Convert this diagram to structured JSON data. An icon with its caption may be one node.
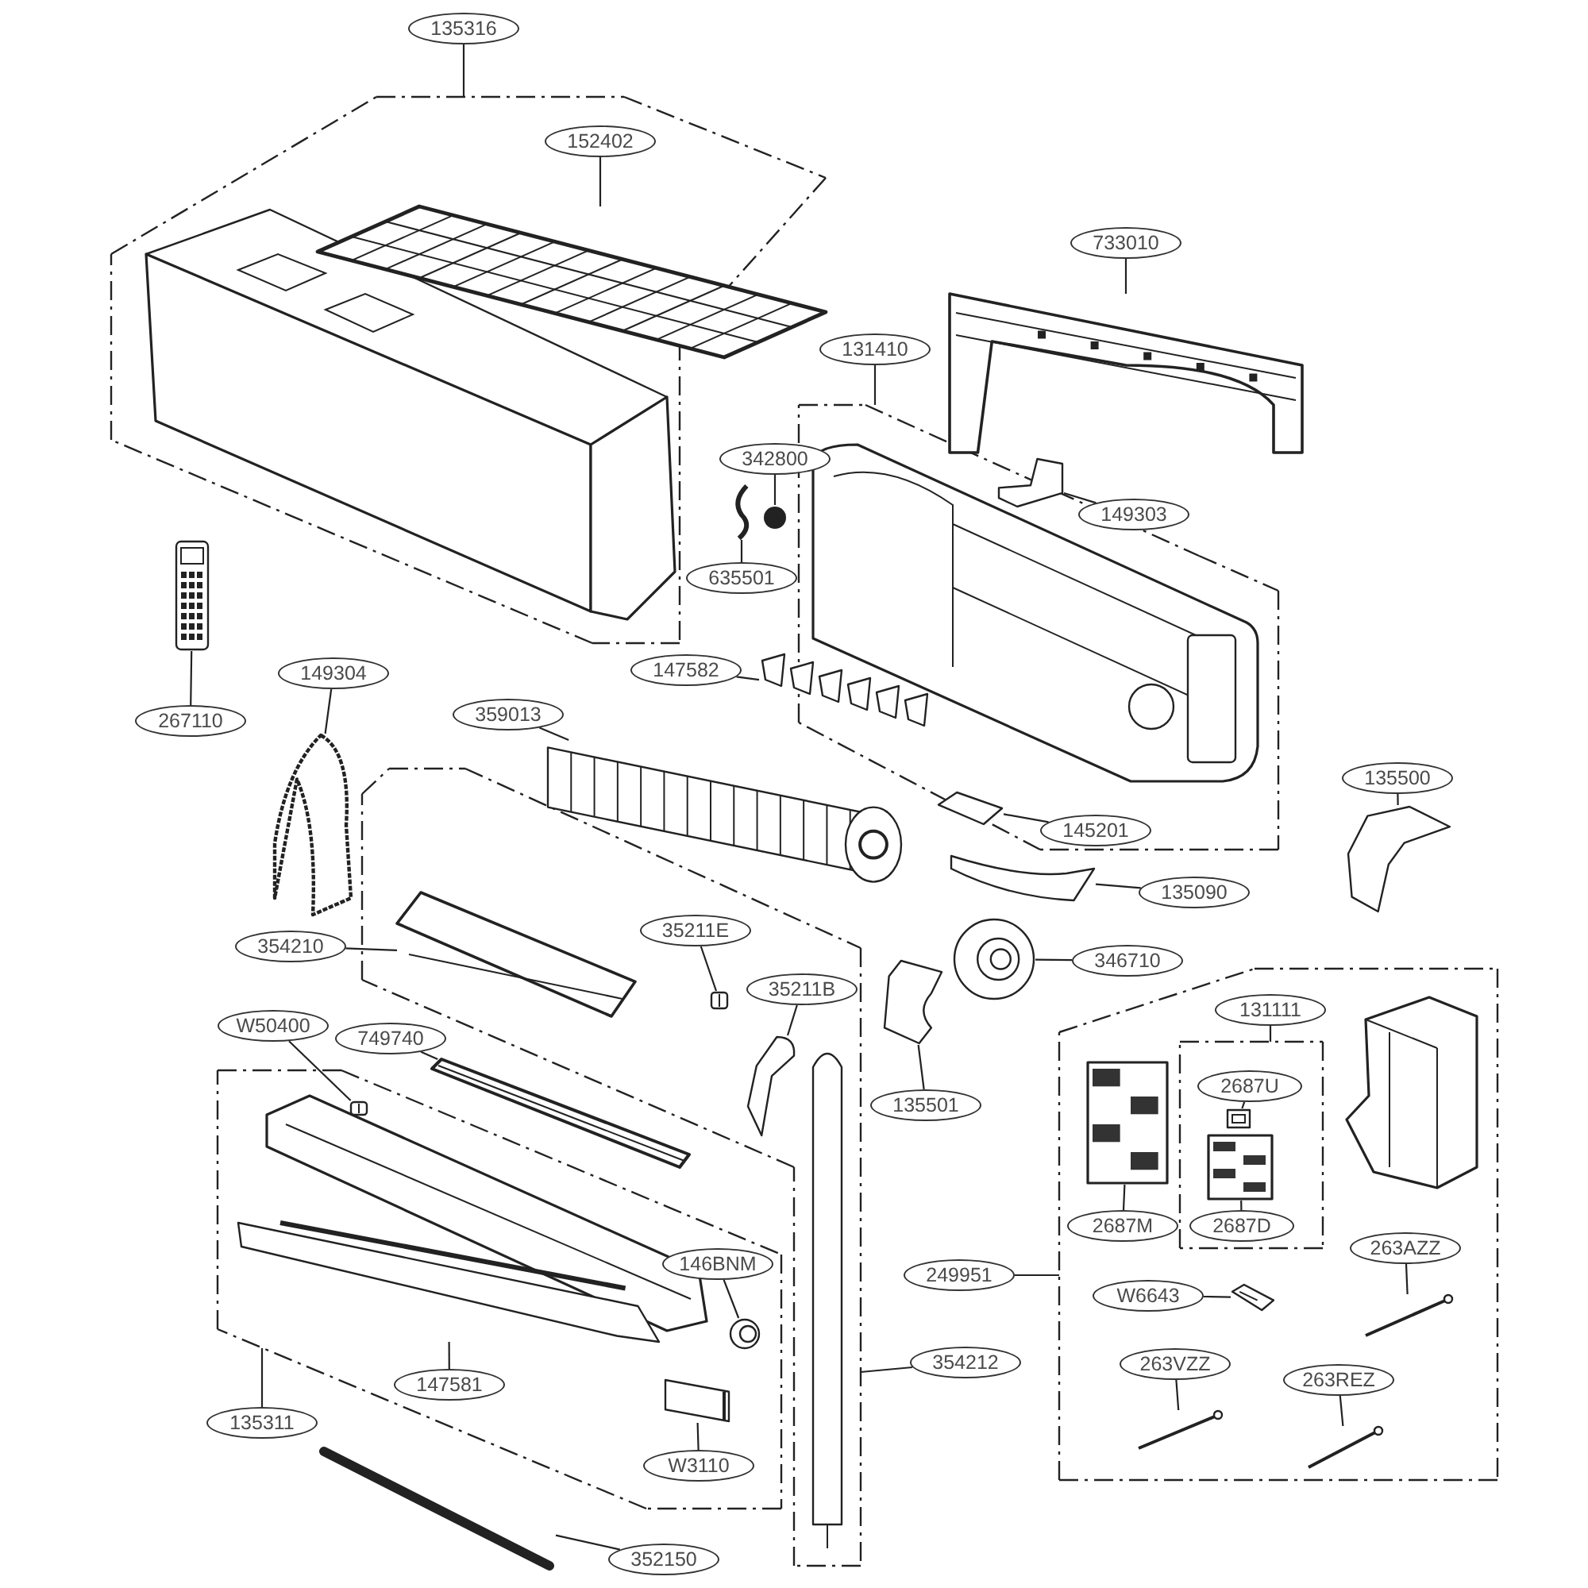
{
  "diagram": {
    "nodes": [
      {
        "text": [
          "135316"
        ]
      },
      {
        "text": [
          "152402"
        ]
      },
      {
        "text": [],
        "shape": "picture"
      },
      {
        "text": [
          "733010"
        ]
      },
      {
        "text": [],
        "shape": "picture"
      },
      {
        "text": [
          "131410"
        ]
      },
      {
        "text": [
          "342800"
        ]
      },
      {
        "text": [],
        "shape": "circle"
      },
      {
        "text": [
          "149303"
        ]
      },
      {
        "text": [],
        "shape": "picture"
      },
      {
        "text": [
          "635501"
        ]
      },
      {
        "text": [],
        "shape": "picture"
      },
      {
        "text": [
          "267110"
        ]
      },
      {
        "text": [],
        "shape": "picture"
      },
      {
        "text": [
          "149304"
        ]
      },
      {
        "text": [],
        "shape": "picture"
      },
      {
        "text": [
          "147582"
        ]
      },
      {
        "text": [],
        "shape": "picture"
      },
      {
        "text": [
          "359013"
        ]
      },
      {
        "text": [],
        "shape": "picture"
      },
      {
        "text": [
          "135500"
        ]
      },
      {
        "text": [],
        "shape": "picture"
      },
      {
        "text": [
          "145201"
        ]
      },
      {
        "text": [],
        "shape": "picture"
      },
      {
        "text": [
          "135090"
        ]
      },
      {
        "text": [],
        "shape": "picture"
      },
      {
        "text": [
          "354210"
        ]
      },
      {
        "text": [],
        "shape": "picture"
      },
      {
        "text": [
          "35211E"
        ]
      },
      {
        "text": [],
        "shape": "picture"
      },
      {
        "text": [
          "346710"
        ]
      },
      {
        "text": [],
        "shape": "picture"
      },
      {
        "text": [
          "35211B"
        ]
      },
      {
        "text": [],
        "shape": "picture"
      },
      {
        "text": [
          "W50400"
        ]
      },
      {
        "text": [],
        "shape": "picture"
      },
      {
        "text": [
          "749740"
        ]
      },
      {
        "text": [],
        "shape": "bar"
      },
      {
        "text": [
          "131111"
        ]
      },
      {
        "text": [
          "2687U"
        ]
      },
      {
        "text": [],
        "shape": "picture"
      },
      {
        "text": [
          "135501"
        ]
      },
      {
        "text": [],
        "shape": "picture"
      },
      {
        "text": [
          "2687M"
        ]
      },
      {
        "text": [],
        "shape": "picture"
      },
      {
        "text": [
          "2687D"
        ]
      },
      {
        "text": [],
        "shape": "picture"
      },
      {
        "text": [
          "146BNM"
        ]
      },
      {
        "text": [],
        "shape": "picture"
      },
      {
        "text": [
          "249951"
        ]
      },
      {
        "text": [
          "W6643"
        ]
      },
      {
        "text": [],
        "shape": "picture"
      },
      {
        "text": [
          "263AZZ"
        ]
      },
      {
        "text": [],
        "shape": "picture"
      },
      {
        "text": [
          "354212"
        ]
      },
      {
        "text": [
          "147581"
        ]
      },
      {
        "text": [],
        "shape": "picture"
      },
      {
        "text": [
          "135311"
        ]
      },
      {
        "text": [
          "263VZZ"
        ]
      },
      {
        "text": [],
        "shape": "picture"
      },
      {
        "text": [
          "263REZ"
        ]
      },
      {
        "text": [],
        "shape": "picture"
      },
      {
        "text": [
          "W3110"
        ]
      },
      {
        "text": [],
        "shape": "box"
      },
      {
        "text": [
          "352150"
        ]
      },
      {
        "text": [],
        "shape": "picture"
      }
    ],
    "edges": [
      {
        "from": 0,
        "to": null,
        "arrow": "none"
      },
      {
        "from": 1,
        "to": 2,
        "arrow": "none"
      },
      {
        "from": 3,
        "to": 4,
        "arrow": "none"
      },
      {
        "from": 5,
        "to": null,
        "arrow": "none"
      },
      {
        "from": 6,
        "to": 7,
        "arrow": "none"
      },
      {
        "from": 8,
        "to": 9,
        "arrow": "none"
      },
      {
        "from": 10,
        "to": 11,
        "arrow": "none"
      },
      {
        "from": 12,
        "to": 13,
        "arrow": "none"
      },
      {
        "from": 14,
        "to": 15,
        "arrow": "none"
      },
      {
        "from": 16,
        "to": 17,
        "arrow": "none"
      },
      {
        "from": 18,
        "to": 19,
        "arrow": "none"
      },
      {
        "from": 20,
        "to": 21,
        "arrow": "none"
      },
      {
        "from": 22,
        "to": 23,
        "arrow": "none"
      },
      {
        "from": 24,
        "to": 25,
        "arrow": "none"
      },
      {
        "from": 26,
        "to": 27,
        "arrow": "none"
      },
      {
        "from": 28,
        "to": 29,
        "arrow": "none"
      },
      {
        "from": 30,
        "to": 31,
        "arrow": "none"
      },
      {
        "from": 32,
        "to": 33,
        "arrow": "none"
      },
      {
        "from": 34,
        "to": 35,
        "arrow": "none"
      },
      {
        "from": 36,
        "to": 37,
        "arrow": "none"
      },
      {
        "from": 38,
        "to": null,
        "arrow": "none"
      },
      {
        "from": 39,
        "to": 40,
        "arrow": "none"
      },
      {
        "from": 41,
        "to": 42,
        "arrow": "none"
      },
      {
        "from": 43,
        "to": 44,
        "arrow": "none"
      },
      {
        "from": 45,
        "to": 46,
        "arrow": "none"
      },
      {
        "from": 47,
        "to": 48,
        "arrow": "none"
      },
      {
        "from": 49,
        "to": null,
        "arrow": "none"
      },
      {
        "from": 50,
        "to": 51,
        "arrow": "none"
      },
      {
        "from": 52,
        "to": 53,
        "arrow": "none"
      },
      {
        "from": 54,
        "to": null,
        "arrow": "none"
      },
      {
        "from": 55,
        "to": 56,
        "arrow": "none"
      },
      {
        "from": 57,
        "to": null,
        "arrow": "none"
      },
      {
        "from": 58,
        "to": 59,
        "arrow": "none"
      },
      {
        "from": 60,
        "to": 61,
        "arrow": "none"
      },
      {
        "from": 62,
        "to": 63,
        "arrow": "none"
      },
      {
        "from": 64,
        "to": 65,
        "arrow": "none"
      }
    ]
  }
}
